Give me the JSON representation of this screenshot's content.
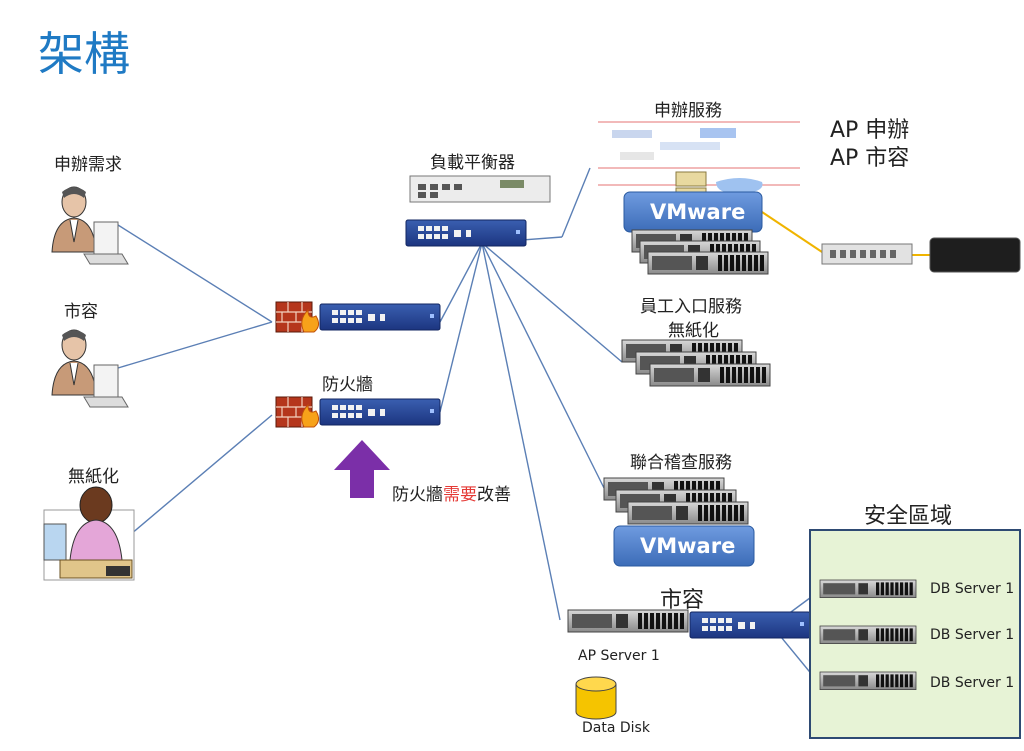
{
  "title": "架構",
  "users": [
    {
      "label": "申辦需求"
    },
    {
      "label": "市容"
    },
    {
      "label": "無紙化"
    }
  ],
  "load_balancer": {
    "label": "負載平衡器"
  },
  "firewall": {
    "label": "防火牆",
    "note_prefix": "防火牆",
    "note_highlight": "需要",
    "note_suffix": "改善"
  },
  "services": {
    "apply": {
      "label": "申辦服務",
      "vmware": "VMware",
      "ap_lines": [
        "AP 申辦",
        "AP 市容"
      ]
    },
    "portal": {
      "label_line1": "員工入口服務",
      "label_line2": "無紙化"
    },
    "audit": {
      "label": "聯合稽查服務",
      "vmware": "VMware"
    },
    "city": {
      "label": "市容",
      "ap_server": "AP Server 1",
      "disk": "Data Disk"
    }
  },
  "secure_zone": {
    "label": "安全區域",
    "db_servers": [
      "DB Server 1",
      "DB Server 1",
      "DB Server 1"
    ]
  },
  "colors": {
    "title": "#1f7ac4",
    "link": "#5b7fb5",
    "storage_link": "#f0b400",
    "switch_blue": "#23418f",
    "vmware": "#4a7bc6",
    "arrow": "#7b2fa8",
    "zone_fill": "#e7f3d6",
    "zone_border": "#2e4a73",
    "disk": "#f5c400"
  }
}
